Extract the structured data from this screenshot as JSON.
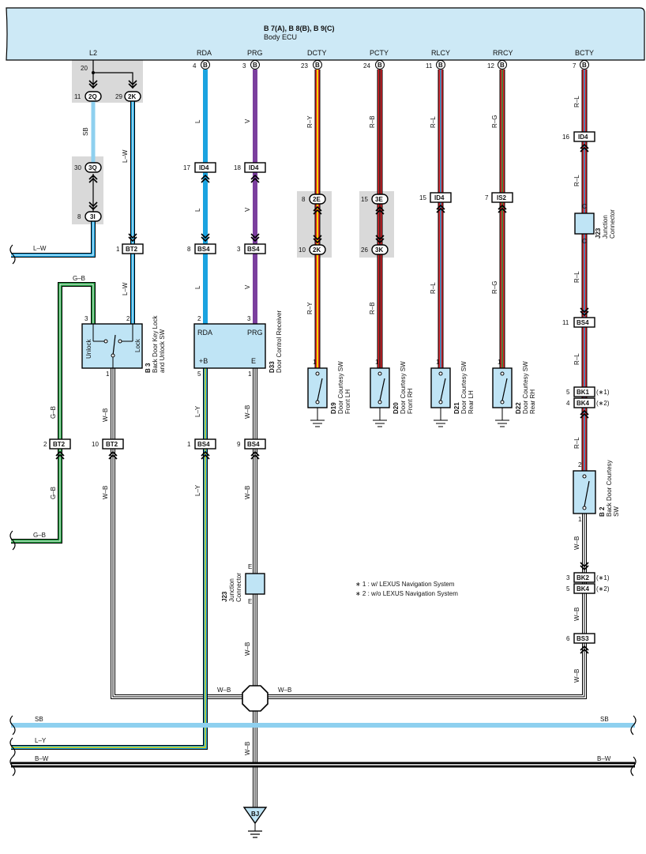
{
  "ecu": {
    "code": "B 7(A), B 8(B), B 9(C)",
    "name": "Body ECU"
  },
  "pins": {
    "l2": "L2",
    "rda": "RDA",
    "prg": "PRG",
    "dcty": "DCTY",
    "pcty": "PCTY",
    "rlcy": "RLCY",
    "rrcy": "RRCY",
    "bcty": "BCTY"
  },
  "pin_nums": {
    "rda": "4",
    "prg": "3",
    "dcty": "23",
    "pcty": "24",
    "rlcy": "11",
    "rrcy": "12",
    "bcty": "7",
    "l2": "20"
  },
  "b_letter": "B",
  "wires": {
    "sb": "SB",
    "lw": "L–W",
    "l": "L",
    "v": "V",
    "ry": "R–Y",
    "rb": "R–B",
    "rl": "R–L",
    "rg": "R–G",
    "gb": "G–B",
    "wb": "W–B",
    "ly": "L–Y",
    "bw": "B–W"
  },
  "connectors": {
    "n11": "11",
    "c2q": "2Q",
    "n29": "29",
    "c2k": "2K",
    "n30": "30",
    "c3q": "3Q",
    "n8": "8",
    "c3i": "3I",
    "n1": "1",
    "bt2": "BT2",
    "n17": "17",
    "id4": "ID4",
    "n18": "18",
    "bs4": "BS4",
    "n3": "3",
    "c2e": "2E",
    "n10": "10",
    "n15": "15",
    "c3e": "3E",
    "n26": "26",
    "c3k": "3K",
    "n7": "7",
    "is2": "IS2",
    "n16": "16",
    "n5": "5",
    "bk1": "BK1",
    "n4": "4",
    "bk4": "BK4",
    "n2": "2",
    "n9": "9",
    "bk2": "BK2",
    "n6": "6",
    "bs3": "BS3",
    "bj": "BJ",
    "c": "C",
    "e": "E",
    "star1": "(∗1)",
    "star2": "(∗2)"
  },
  "components": {
    "b3": {
      "code": "B 3",
      "line1": "Back Door Key Lock",
      "line2": "and Unlock SW",
      "unlock": "Unlock",
      "lock": "Lock",
      "p3": "3",
      "p2": "2",
      "p1": "1"
    },
    "d33": {
      "code": "D33",
      "name": "Door Control Receiver",
      "rda": "RDA",
      "prg": "PRG",
      "pb": "+B",
      "e": "E",
      "p2": "2",
      "p3": "3",
      "p5": "5",
      "p1": "1"
    },
    "d19": {
      "code": "D19",
      "line1": "Door Courtesy SW",
      "line2": "Front LH",
      "p1": "1"
    },
    "d20": {
      "code": "D20",
      "line1": "Door Courtesy SW",
      "line2": "Front RH",
      "p1": "1"
    },
    "d21": {
      "code": "D21",
      "line1": "Door Courtesy SW",
      "line2": "Rear LH",
      "p1": "1"
    },
    "d22": {
      "code": "D22",
      "line1": "Door Courtesy SW",
      "line2": "Rear RH",
      "p1": "1"
    },
    "b2": {
      "code": "B 2",
      "line1": "Back Door Courtesy",
      "line2": "SW",
      "p2": "2",
      "p1": "1"
    },
    "j23a": {
      "code": "J23",
      "name": "Junction",
      "name2": "Connector"
    },
    "j23b": {
      "code": "J23",
      "name": "Junction",
      "name2": "Connector"
    }
  },
  "notes": {
    "n1": "∗ 1 : w/ LEXUS Navigation System",
    "n2": "∗ 2 : w/o LEXUS Navigation System"
  },
  "colors": {
    "ecu_fill": "#cde9f6",
    "box_fill": "#bfe4f5",
    "l_blue": "#1aa3e0",
    "sb_blue": "#8ed0ef",
    "violet": "#7b3f9e",
    "red": "#e0242a",
    "yellow": "#f5d800",
    "green": "#1a9a3a",
    "grey": "#d9d9d9"
  }
}
